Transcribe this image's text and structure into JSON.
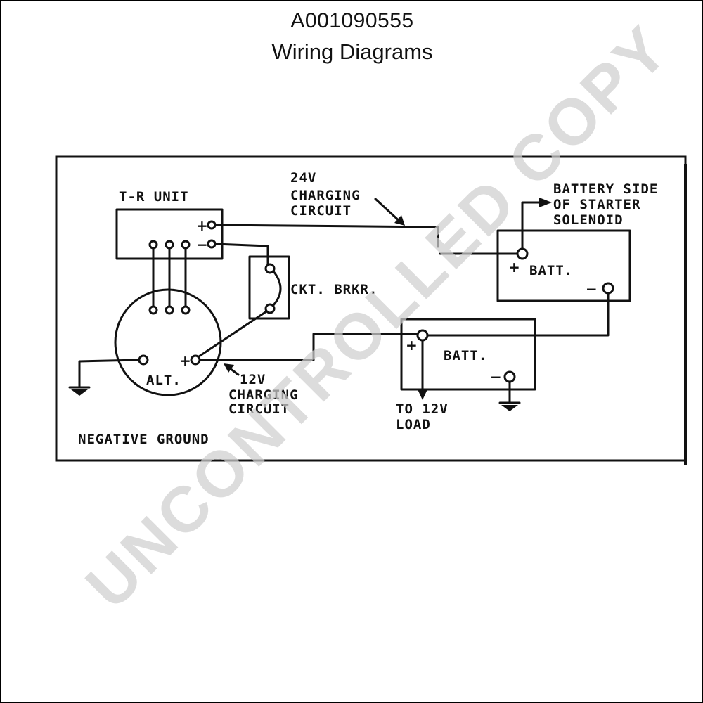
{
  "header": {
    "part_number": "A001090555",
    "title": "Wiring Diagrams"
  },
  "diagram": {
    "tr_unit_label": "T-R UNIT",
    "charging_24v": [
      "24V",
      "CHARGING",
      "CIRCUIT"
    ],
    "starter_note": [
      "BATTERY SIDE",
      "OF STARTER",
      "SOLENOID"
    ],
    "breaker_label": "CKT. BRKR.",
    "upper_batt_label": "BATT.",
    "lower_batt_label": "BATT.",
    "alt_label": "ALT.",
    "charging_12v": [
      "12V",
      "CHARGING",
      "CIRCUIT"
    ],
    "load_label": [
      "TO 12V",
      "LOAD"
    ],
    "ground_note": "NEGATIVE GROUND",
    "plus_sign": "+",
    "minus_sign": "−"
  },
  "watermark": "UNCONTROLLED COPY"
}
